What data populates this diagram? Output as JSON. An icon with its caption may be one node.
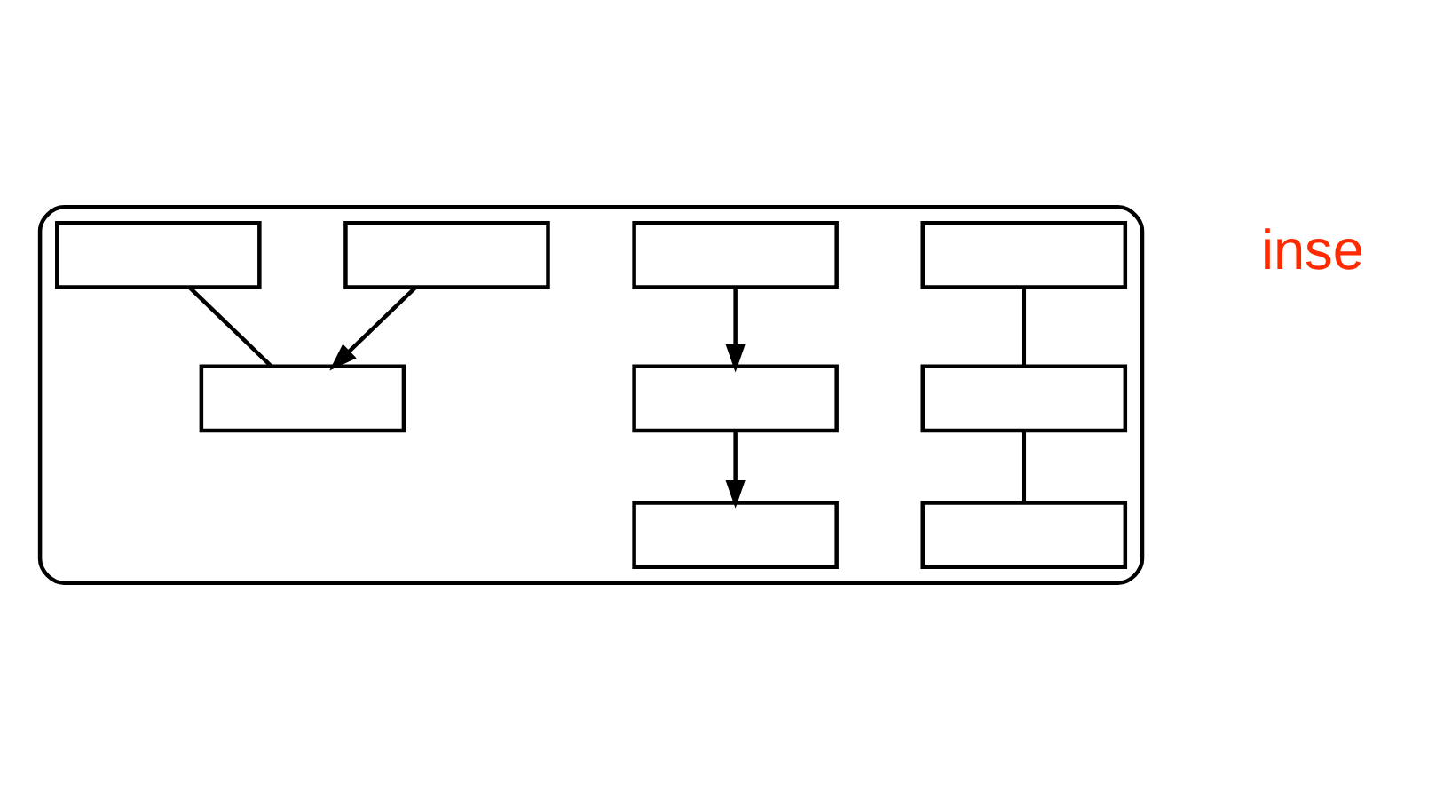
{
  "diagram": {
    "nodes": [
      {
        "text": [],
        "shape": "cloud"
      },
      {
        "text": [],
        "shape": "box",
        "in": 0
      },
      {
        "text": [],
        "shape": "box",
        "in": 0
      },
      {
        "text": [],
        "shape": "box",
        "in": 0
      },
      {
        "text": [],
        "shape": "box",
        "in": 0
      },
      {
        "text": [],
        "shape": "box",
        "in": 0
      },
      {
        "text": [],
        "shape": "box",
        "in": 0
      },
      {
        "text": [],
        "shape": "box",
        "in": 0
      },
      {
        "text": [],
        "shape": "box",
        "in": 0
      },
      {
        "text": [],
        "shape": "box",
        "in": 0
      }
    ],
    "edges": [
      {
        "from": 1,
        "to": 3,
        "arrow": "none"
      },
      {
        "from": 2,
        "to": 5,
        "arrow": "to"
      },
      {
        "from": 3,
        "to": 6,
        "arrow": "none"
      },
      {
        "from": 4,
        "to": 7,
        "arrow": "to"
      },
      {
        "from": 5,
        "to": 8,
        "arrow": "to"
      },
      {
        "from": 9,
        "to": 7,
        "arrow": "none"
      }
    ],
    "labels": [
      "inse"
    ]
  }
}
